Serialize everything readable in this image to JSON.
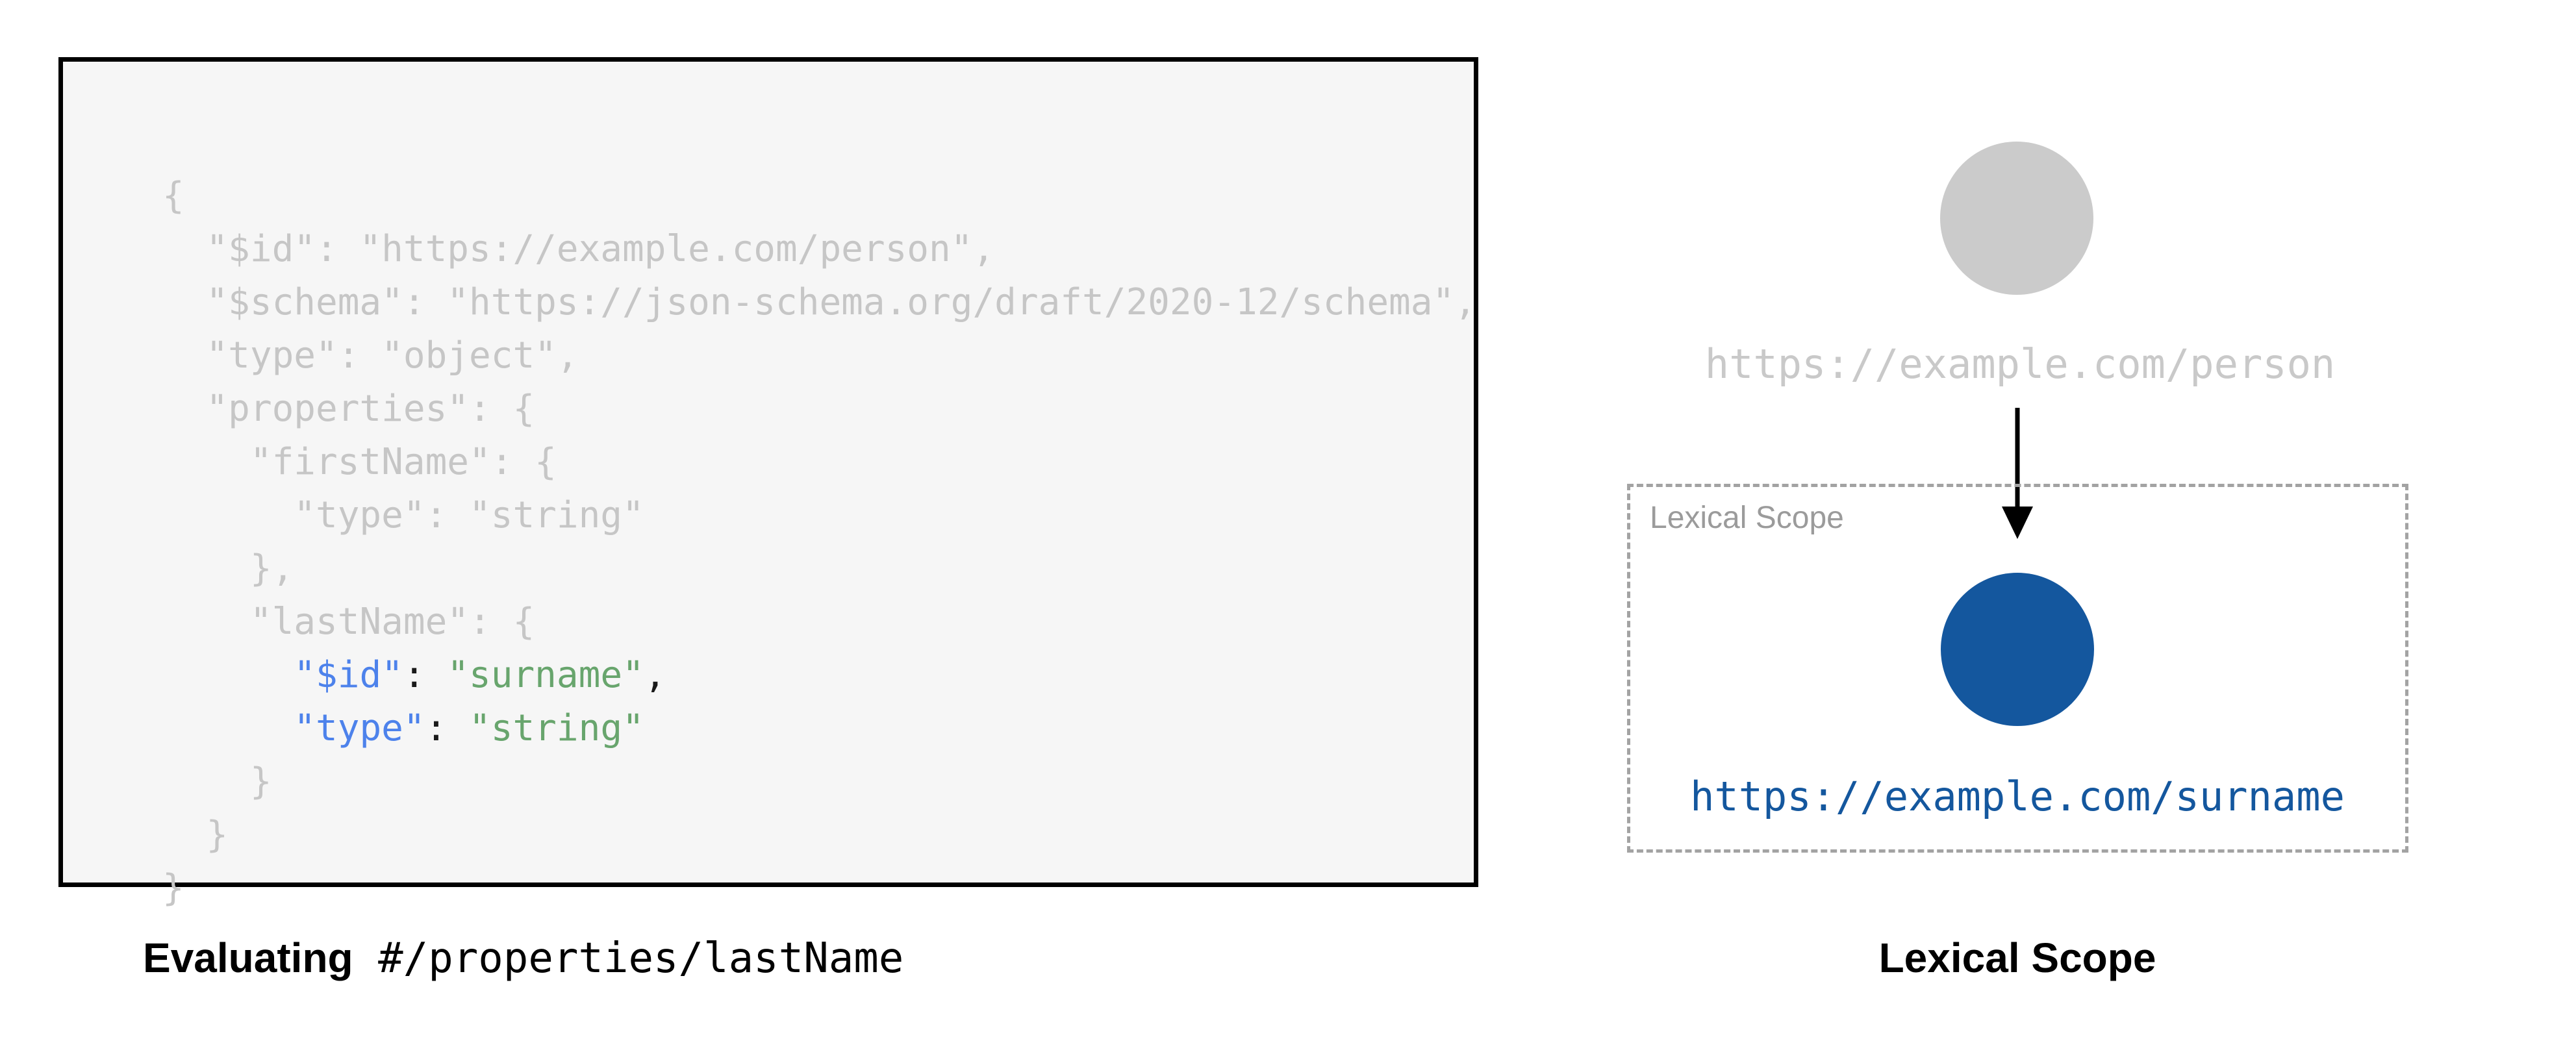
{
  "diagram": {
    "code_panel": {
      "caption_bold": "Evaluating",
      "caption_path": " #/properties/lastName",
      "code_lines": [
        [
          {
            "t": "{",
            "c": "gray"
          }
        ],
        [
          {
            "t": "  \"$id\": \"https://example.com/person\",",
            "c": "gray"
          }
        ],
        [
          {
            "t": "  \"$schema\": \"https://json-schema.org/draft/2020-12/schema\",",
            "c": "gray"
          }
        ],
        [
          {
            "t": "  \"type\": \"object\",",
            "c": "gray"
          }
        ],
        [
          {
            "t": "  \"properties\": {",
            "c": "gray"
          }
        ],
        [
          {
            "t": "    \"firstName\": {",
            "c": "gray"
          }
        ],
        [
          {
            "t": "      \"type\": \"string\"",
            "c": "gray"
          }
        ],
        [
          {
            "t": "    },",
            "c": "gray"
          }
        ],
        [
          {
            "t": "    \"lastName\": {",
            "c": "gray"
          }
        ],
        [
          {
            "t": "      ",
            "c": "gray"
          },
          {
            "t": "\"$id\"",
            "c": "blue"
          },
          {
            "t": ": ",
            "c": "black"
          },
          {
            "t": "\"surname\"",
            "c": "green"
          },
          {
            "t": ",",
            "c": "black"
          }
        ],
        [
          {
            "t": "      ",
            "c": "gray"
          },
          {
            "t": "\"type\"",
            "c": "blue"
          },
          {
            "t": ": ",
            "c": "black"
          },
          {
            "t": "\"string\"",
            "c": "green"
          }
        ],
        [
          {
            "t": "    }",
            "c": "gray"
          }
        ],
        [
          {
            "t": "  }",
            "c": "gray"
          }
        ],
        [
          {
            "t": "}",
            "c": "gray"
          }
        ]
      ]
    },
    "scope_panel": {
      "parent_node_label": "https://example.com/person",
      "scope_box_label": "Lexical Scope",
      "child_node_label": "https://example.com/surname",
      "caption": "Lexical Scope"
    },
    "colors": {
      "code_gray": "#c6c6c6",
      "code_blue": "#4d82eb",
      "code_green": "#68a56d",
      "code_black": "#1a1a1a",
      "node_gray": "#cbcbcb",
      "node_blue": "#14579e",
      "url_gray": "#c9c9c9",
      "url_blue": "#14579e",
      "dashed_border": "#a3a3a3",
      "label_gray": "#9b9b9b",
      "box_bg": "#f6f6f6",
      "box_border": "#000000",
      "arrow_black": "#000000"
    }
  }
}
